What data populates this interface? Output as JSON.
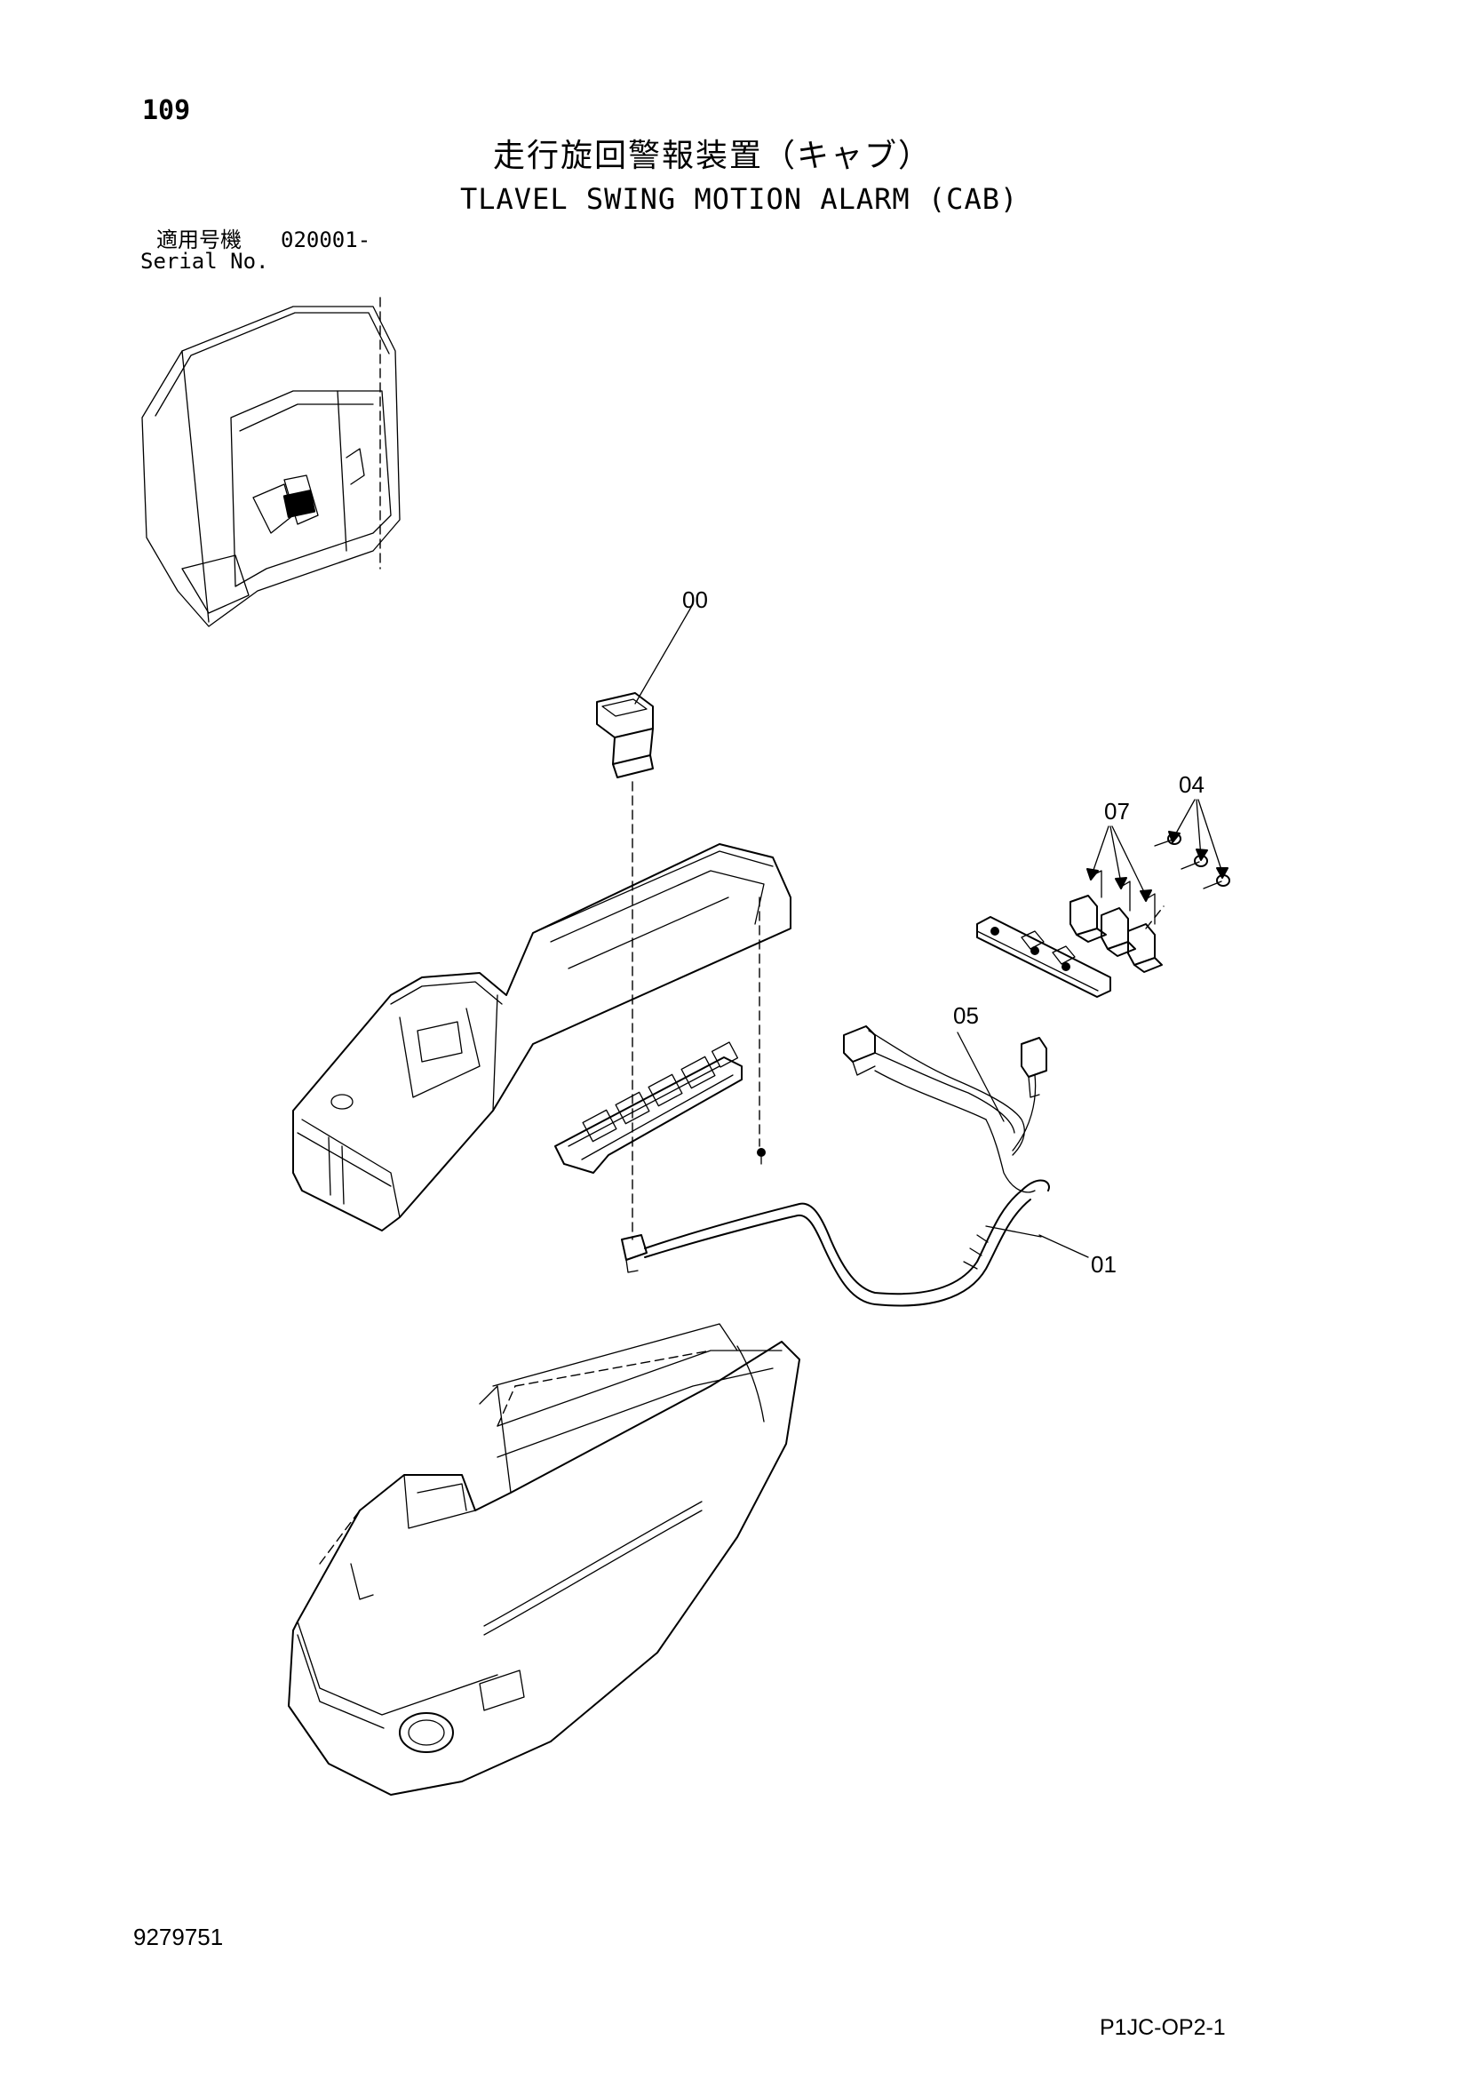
{
  "header": {
    "page_number": "109",
    "title_ja": "走行旋回警報装置（キャブ）",
    "title_en": "TLAVEL SWING MOTION ALARM (CAB)",
    "serial_label_ja": "適用号機",
    "serial_value": "020001-",
    "serial_label_en": "Serial No."
  },
  "callouts": [
    "00",
    "07",
    "04",
    "05",
    "01"
  ],
  "footer": {
    "drawing_number": "9279751",
    "sheet_code": "P1JC-OP2-1"
  }
}
